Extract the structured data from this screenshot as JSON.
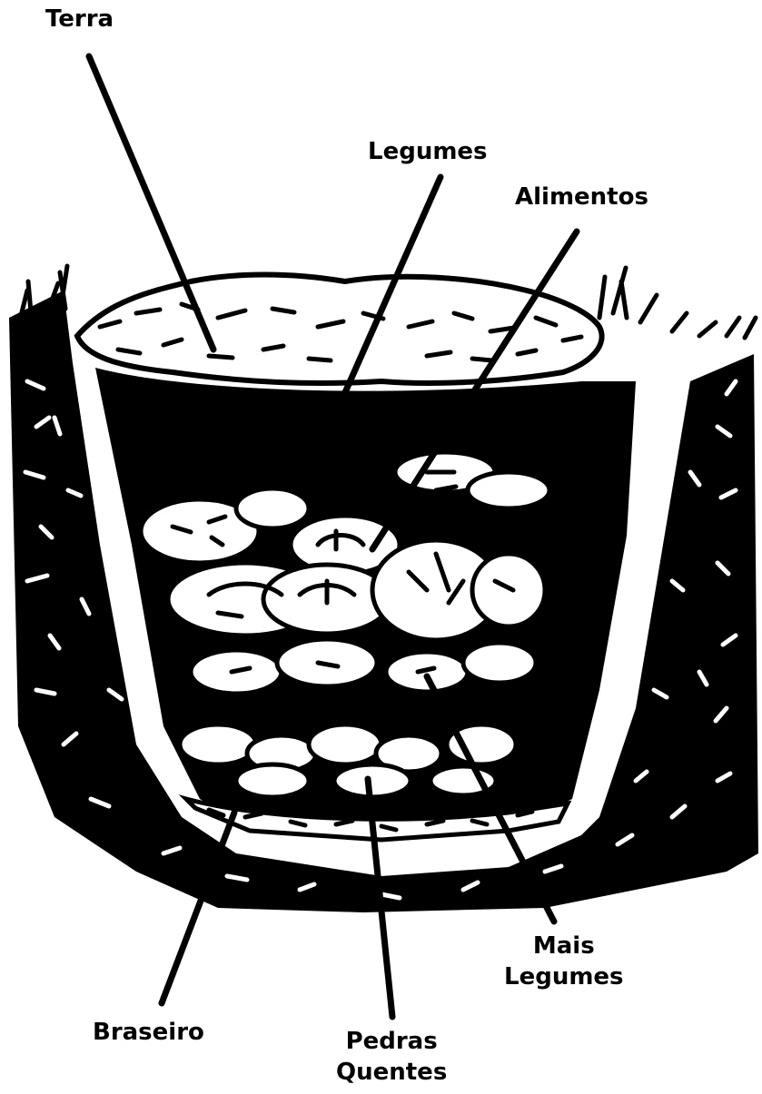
{
  "diagram": {
    "labels": {
      "terra": "Terra",
      "legumes": "Legumes",
      "alimentos": "Alimentos",
      "mais_legumes_line1": "Mais",
      "mais_legumes_line2": "Legumes",
      "braseiro": "Braseiro",
      "pedras_quentes_line1": "Pedras",
      "pedras_quentes_line2": "Quentes"
    },
    "colors": {
      "ink": "#000000",
      "paper": "#ffffff"
    }
  }
}
